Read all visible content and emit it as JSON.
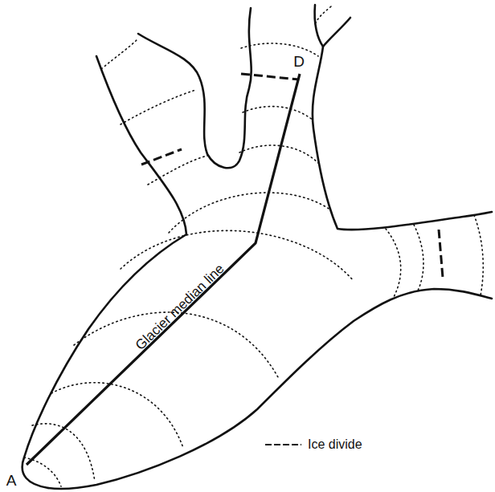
{
  "diagram": {
    "labels": [
      "D",
      "A",
      "Glacier median line"
    ],
    "legend": [
      {
        "text": "Ice divide"
      }
    ]
  }
}
